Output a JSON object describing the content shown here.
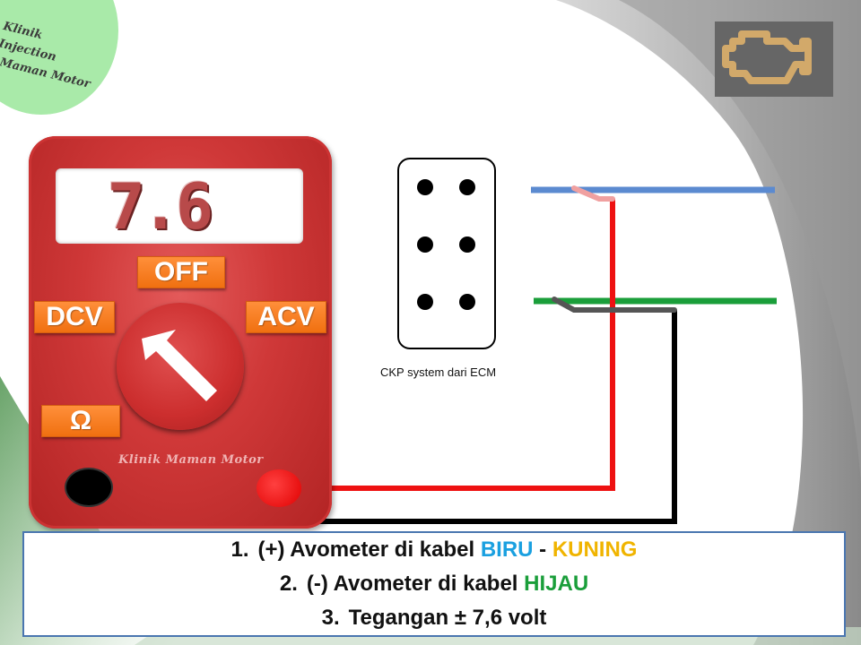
{
  "corner_badge": {
    "line1": "Klinik Injection",
    "line2": "Maman Motor"
  },
  "engine_icon": "check-engine-icon",
  "multimeter": {
    "reading": "7.6",
    "brand": "Klinik Maman Motor",
    "modes": {
      "off": "OFF",
      "dcv": "DCV",
      "acv": "ACV",
      "ohm": "Ω"
    }
  },
  "connector": {
    "label": "CKP system dari ECM"
  },
  "instructions": [
    {
      "number": "1.",
      "parts": [
        {
          "text": "(+) Avometer di kabel ",
          "color": "#111111"
        },
        {
          "text": "BIRU",
          "color": "#1aa0e0"
        },
        {
          "text": " - ",
          "color": "#111111"
        },
        {
          "text": "KUNING",
          "color": "#f0b400"
        }
      ]
    },
    {
      "number": "2.",
      "parts": [
        {
          "text": "(-) Avometer di kabel ",
          "color": "#111111"
        },
        {
          "text": "HIJAU",
          "color": "#1a9e3a"
        }
      ]
    },
    {
      "number": "3.",
      "parts": [
        {
          "text": "Tegangan ± 7,6 volt",
          "color": "#111111"
        }
      ]
    }
  ],
  "colors": {
    "blue_wire": "#5b8ad0",
    "green_wire": "#1a9e3a",
    "red_wire": "#ee1111",
    "black_wire": "#000000",
    "meter_red": "#cf3838",
    "button_orange": "#f07010",
    "badge_green": "#a9eaa9"
  }
}
